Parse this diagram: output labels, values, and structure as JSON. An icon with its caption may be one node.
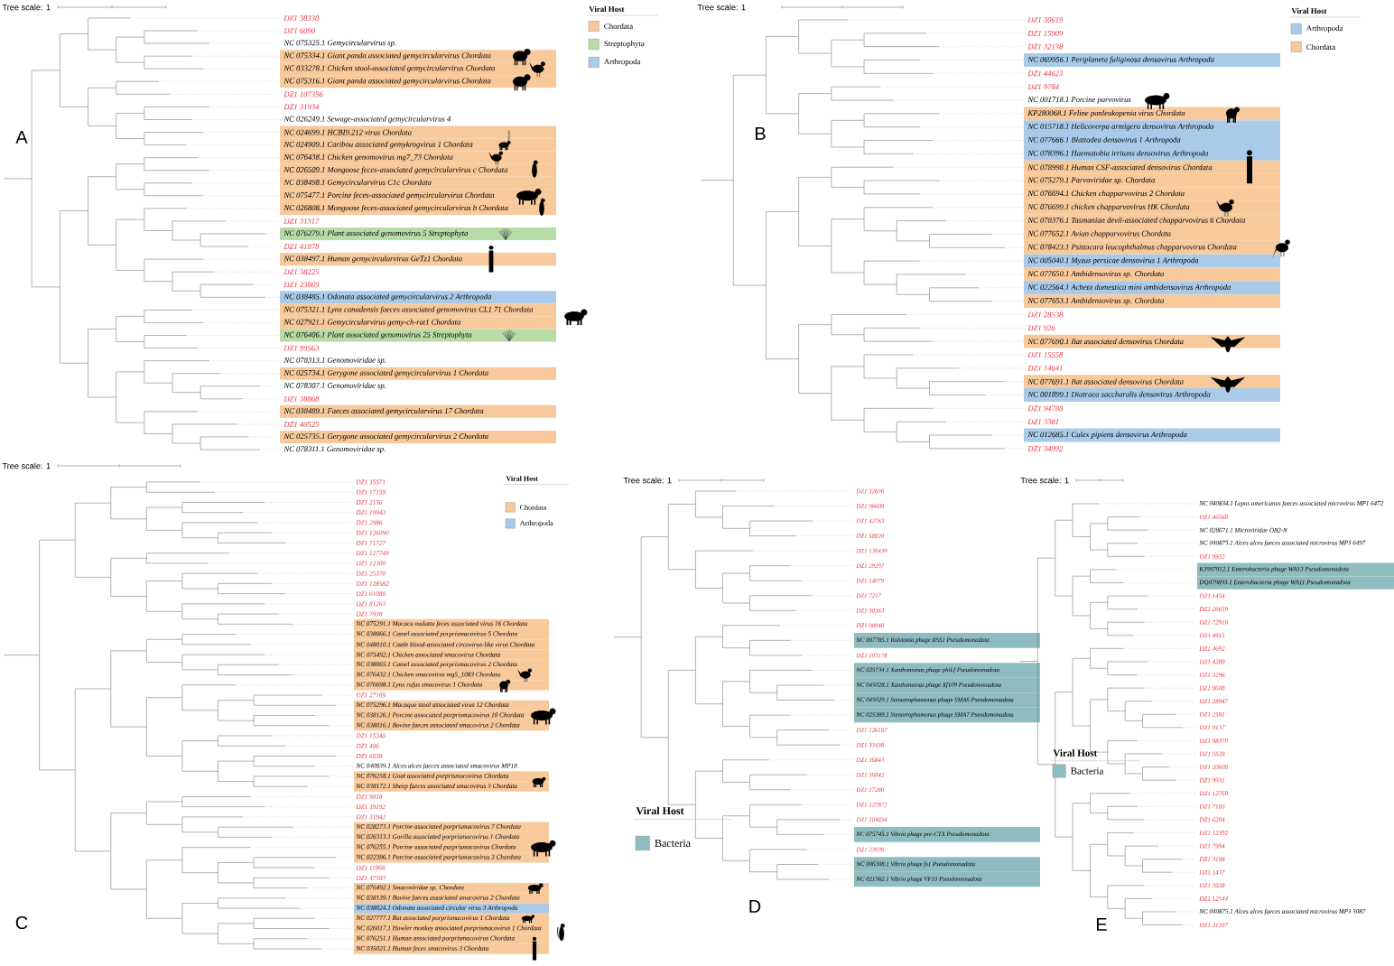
{
  "diagram": {
    "labels": [
      "Tree scale: 1",
      "A",
      "DZ1 38330",
      "DZ1 6090",
      "NC 075325.1 Gemycircularvirus sp.",
      "NC 075334.1 Giant panda associated gemycircularvirus Chordata",
      "NC 033278.1 Chicken stool-associated gemycircularvirus Chordata",
      "NC 075316.1 Giant panda associated gemycircularvirus Chordata",
      "DZ1 107356",
      "DZ1 31934",
      "NC 026249.1 Sewage-associated gemycircularvirus 4",
      "NC 024699.1 HCBI9.212 virus Chordata",
      "NC 024909.1 Caribou associated gemykrogvirus 1 Chordata",
      "NC 076438.1 Chicken genomovirus mg7_73 Chordata",
      "NC 026509.1 Mongoose feces-associated gemycircularvirus c Chordata",
      "NC 038498.1 Gemycircularvirus C1c Chordata",
      "NC 075477.1 Porcine feces-associated gemycircularvirus Chordata",
      "NC 026808.1 Mongoose feces-associated gemycircularvirus b Chordata",
      "DZ1 31317",
      "NC 076279.1 Plant associated genomovirus 5 Streptophyta",
      "DZ1 41878",
      "NC 038497.1 Human gemycircularvirus GeTz1 Chordata",
      "DZ1 38225",
      "DZ1 23869",
      "NC 038485.1 Odonata associated gemycircularvirus 2 Arthropoda",
      "NC 075321.1 Lynx canadensis faeces associated genomovirus CL1 71 Chordata",
      "NC 027921.1 Gemycircularvirus gemy-ch-rat1 Chordata",
      "NC 076406.1 Plant associated genomovirus 25 Streptophyta",
      "DZ1 99563",
      "NC 078313.1 Genomoviridae sp.",
      "NC 025734.1 Gerygone associated gemycircularvirus 1 Chordata",
      "NC 078307.1 Genomoviridae sp.",
      "DZ1 38868",
      "NC 038489.1 Faeces associated gemycircularvirus 17 Chordata",
      "DZ1 40525",
      "NC 025735.1 Gerygone associated gemycircularvirus 2 Chordata",
      "NC 078311.1 Genomoviridae sp.",
      "Viral Host",
      "Tree scale: 1",
      "B",
      "DZ1 30619",
      "DZ1 15909",
      "DZ1 32138",
      "NC 069956.1 Periplaneta fuliginosa densovirus Arthropoda",
      "DZ1 44623",
      "DZ1 9784",
      "NC 001718.1 Porcine parvovirus",
      "KP280068.1 Feline panleukopenia virus Chordata",
      "NC 015718.1 Helicoverpa armigera densovirus Arthropoda",
      "NC 077666.1 Blattodea densovirus 1 Arthropoda",
      "NC 078396.1 Haematobia irritans densovirus Arthropoda",
      "NC 078998.1 Human CSF-associated densovirus Chordata",
      "NC 075279.1 Parvoviridae sp. Chordata",
      "NC 076694.1 Chicken chapparvovirus 2 Chordata",
      "NC 076699.1 chicken chapparvovirus HK Chordata",
      "NC 078376.1 Tasmanian devil-associated chapparvovirus 6 Chordata",
      "NC 077652.1 Avian chapparvovirus Chordata",
      "NC 078423.1 Psittacara leucophthalmus chapparvovirus Chordata",
      "NC 005040.1 Myzus persicae densovirus 1 Arthropoda",
      "NC 077650.1 Ambidensovirus sp. Chordata",
      "NC 022564.1 Acheta domestica mini ambidensovirus Arthropoda",
      "NC 077653.1 Ambidensovirus sp. Chordata",
      "DZ1 28538",
      "DZ1 926",
      "NC 077690.1 Bat associated densovirus Chordata",
      "DZ1 15558",
      "DZ1 14641",
      "NC 077691.1 Bat associated densovirus Chordata",
      "NC 001899.1 Diatraea saccharalis densovirus Arthropoda",
      "DZ1 94788",
      "DZ1 3381",
      "NC 012685.1 Culex pipiens densovirus Arthropoda",
      "DZ1 34992",
      "Viral Host",
      "Tree scale: 1",
      "C",
      "DZ1 35571",
      "DZ1 17159",
      "DZ1 2156",
      "DZ1 19943",
      "DZ1 2986",
      "DZ1 126090",
      "DZ1 71727",
      "DZ1 127749",
      "DZ1 12300",
      "DZ1 25370",
      "DZ1 128582",
      "DZ1 61080",
      "DZ1 81263",
      "DZ1 7938",
      "NC 075291.1 Macaca mulatta feces associated virus 16 Chordata",
      "NC 038066.1 Camel associated porprismacovirus 5 Chordata",
      "NC 048010.1 Cattle blood-associated circovirus-like virus Chordata",
      "NC 075492.1 Chicken associated smacovirus Chordata",
      "NC 038065.1 Camel associated porprismacovirus 2 Chordata",
      "NC 076432.1 Chicken smacovirus mg5_1083 Chordata",
      "NC 076698.1 Lynx rufus smacovirus 1 Chordata",
      "DZ1 27169",
      "NC 075296.1 Macaque stool associated virus 12 Chordata",
      "NC 038126.1 Porcine associated porprismacovirus 10 Chordata",
      "NC 038016.1 Bovine faeces associated smacovirus 2 Chordata",
      "DZ1 15340",
      "DZ1 406",
      "DZ1 6038",
      "NC 040839.1 Alces alces faeces associated smacovirus MP18",
      "NC 076258.1 Goat associated porprismacovirus Chordata",
      "NC 038172.1 Sheep faeces associated smacovirus 3 Chordata",
      "DZ1 9018",
      "DZ1 39192",
      "DZ1 31942",
      "NC 028273.1 Porcine associated porprismacovirus 7 Chordata",
      "NC 026313.1 Gorilla associated porprismacovirus 1 Chordata",
      "NC 076255.1 Porcine associated porprismacovirus Chordata",
      "NC 022396.1 Porcine associated porprismacovirus 3 Chordata",
      "DZ1 11868",
      "DZ1 47583",
      "NC 076492.1 Smacoviridae sp. Chordata",
      "NC 038139.1 Bovine faeces associated smacovirus 2 Chordata",
      "NC 038024.1 Odonata associated circular virus 3 Arthropoda",
      "NC 027777.1 Rat associated porprismacovirus 1 Chordata",
      "NC 026017.1 Howler monkey associated porprismacovirus 1 Chordata",
      "NC 076251.1 Human associated porprismacovirus Chordata",
      "NC 035021.1 Human feces smacovirus 3 Chordata",
      "Viral Host",
      "Tree scale: 1",
      "D",
      "DZ1 32836",
      "DZ1 96608",
      "DZ1 42763",
      "DZ1 58820",
      "DZ1 139439",
      "DZ1 29297",
      "DZ1 14079",
      "DZ1 7237",
      "DZ1 30363",
      "DZ1 98940",
      "NC 007785.1 Ralstonia phage RSS1 Pseudomonadota",
      "DZ1 103178",
      "NC 025734.1 Xanthomonas phage phiLf Pseudomonadota",
      "NC 045028.1 Xanthomonas phage Xf109 Pseudomonadota",
      "NC 045029.1 Stenotrophomonas phage SMA6 Pseudomonadota",
      "NC 025389.1 Stenotrophomonas phage SMA7 Pseudomonadota",
      "DZ1 126187",
      "DZ1 33438",
      "DZ1 36843",
      "DZ1 36042",
      "DZ1 17280",
      "DZ1 127872",
      "DZ1 104834",
      "NC 075745.1 Vibrio phage pre-CTX Pseudomonadota",
      "DZ1 23936",
      "NC 006308.1 Vibrio phage fs1 Pseudomonadota",
      "NC 021562.1 Vibrio phage VF33 Pseudomonadota",
      "Viral Host",
      "Tree scale: 1",
      "E",
      "NC 040834.1 Lepus americanus faeces associated microvirus MP1 6472",
      "DZ1 46568",
      "NC 028671.1 Microviridae OB2-N",
      "NC 040875.1 Alces alces faeces associated microvirus MP3 6497",
      "DZ1 9932",
      "KJ997912.1 Enterobacteria phage WA13 Pseudomonadota",
      "DQ079893.1 Enterobacteria phage WA11 Pseudomonadota",
      "DZ1 1454",
      "DZ1 26659",
      "DZ1 72918",
      "DZ1 4915",
      "DZ1 4692",
      "DZ1 4289",
      "DZ1 3296",
      "DZ1 8608",
      "DZ1 28947",
      "DZ1 2581",
      "DZ1 9137",
      "DZ1 98370",
      "DZ1 5528",
      "DZ1 20608",
      "DZ1 9931",
      "DZ1 12769",
      "DZ1 7183",
      "DZ1 6204",
      "DZ1 12392",
      "DZ1 7994",
      "DZ1 3108",
      "DZ1 1437",
      "DZ1 3938",
      "DZ1 12544",
      "NC 040875.1 Alces alces faeces associated microvirus MP3 5087",
      "DZ1 31397",
      "Viral Host"
    ],
    "legend": [
      {
        "text": "Chordata",
        "color": "#f8c99b"
      },
      {
        "text": "Streptophyta",
        "color": "#b9dca7"
      },
      {
        "text": "Arthropoda",
        "color": "#a9cbe9"
      },
      {
        "text": "Arthropoda",
        "color": "#a9cbe9"
      },
      {
        "text": "Chordata",
        "color": "#f8c99b"
      },
      {
        "text": "Chordata",
        "color": "#f8c99b"
      },
      {
        "text": "Arthropoda",
        "color": "#a9cbe9"
      },
      {
        "text": "Bacteria",
        "color": "#8fbdbf"
      },
      {
        "text": "Bacteria",
        "color": "#8fbdbf"
      }
    ]
  }
}
